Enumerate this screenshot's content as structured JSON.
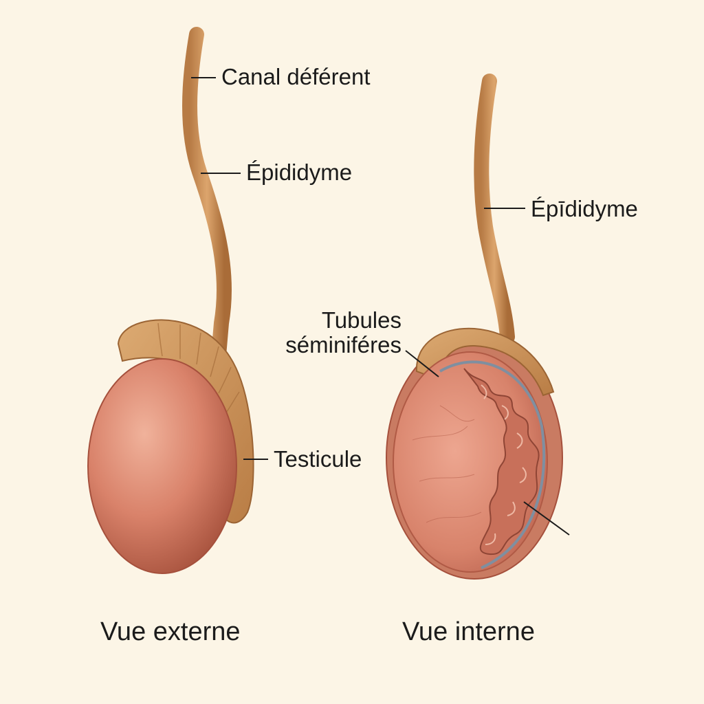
{
  "diagram": {
    "labels": {
      "canal_deferent": "Canal déférent",
      "epididyme_external": "Épididyme",
      "testicule": "Testicule",
      "epididyme_internal": "Épīdidyme",
      "tubules_line1": "Tubules",
      "tubules_line2": "séminiféres"
    },
    "captions": {
      "external_view": "Vue externe",
      "internal_view": "Vue interne"
    },
    "colors": {
      "background": "#fcf5e6",
      "testis_skin": "#d9826a",
      "testis_shadow": "#b5604c",
      "epididymis": "#cc955e",
      "tunica_line": "#7f8fa0",
      "tubules": "#bf6a55",
      "leader_line": "#1b1b1b"
    }
  }
}
